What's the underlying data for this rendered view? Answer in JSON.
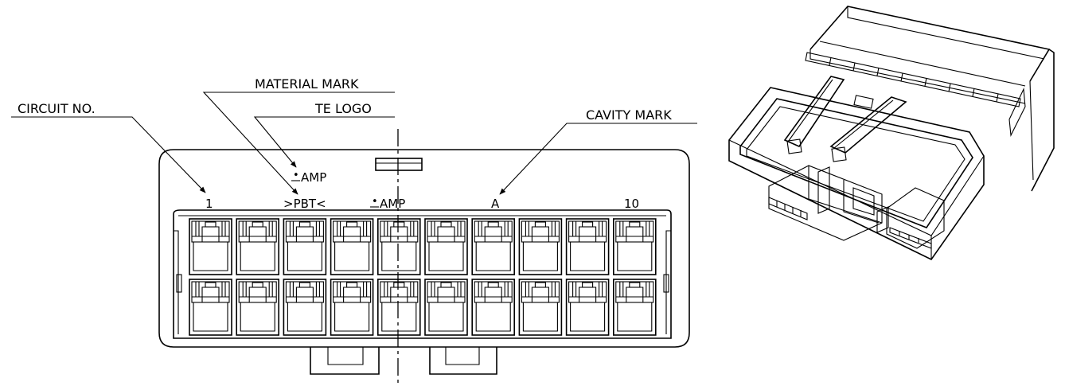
{
  "callouts": {
    "material_mark": "MATERIAL  MARK",
    "te_logo": "TE  LOGO",
    "circuit_no": "CIRCUIT  NO.",
    "cavity_mark": "CAVITY  MARK"
  },
  "markings": {
    "logo_above": "AMP",
    "circuit_first": "1",
    "material": ">PBT<",
    "logo_inline": "AMP",
    "cavity": "A",
    "circuit_last": "10"
  },
  "connector": {
    "rows": 2,
    "columns": 10
  }
}
